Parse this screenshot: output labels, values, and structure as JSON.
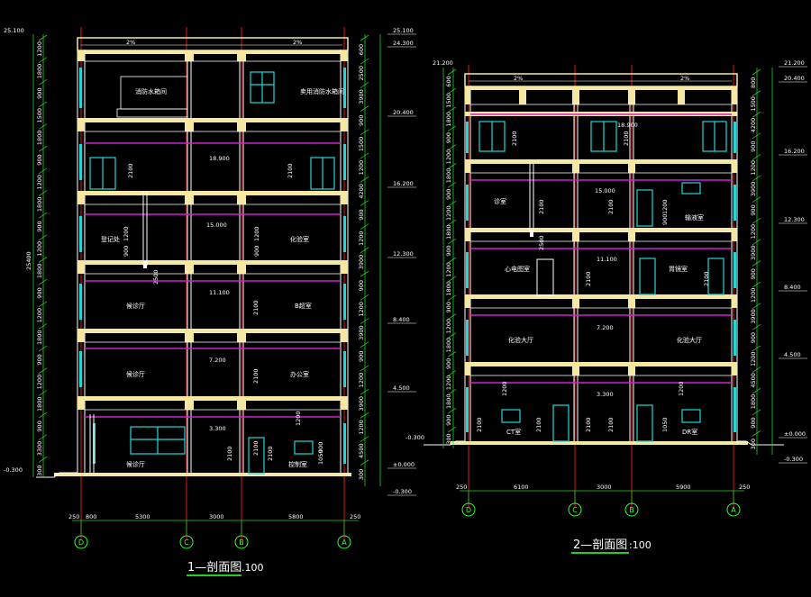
{
  "colors": {
    "background": "#000000",
    "floor_slab": "#f6e8a0",
    "beam_line": "#ffe070",
    "gridline": "#d81818",
    "purple_line": "#d020d0",
    "window": "#20d8d8",
    "dim_green": "#20d020",
    "wall_white": "#ffffff"
  },
  "section1": {
    "title": "1—剖面图",
    "scale": ".100",
    "axes": [
      "D",
      "C",
      "B",
      "A"
    ],
    "bottom_dims": [
      "250",
      "800",
      "5300",
      "3000",
      "5800",
      "250"
    ],
    "left_total": "25400",
    "left_top_level": "25.100",
    "left_bottom_level": "-0.300",
    "left_dims": [
      "1200",
      "1800",
      "900",
      "1500",
      "1800",
      "900",
      "1200",
      "1800",
      "900",
      "1200",
      "1800",
      "900",
      "1200",
      "1800",
      "900",
      "1200",
      "1800",
      "900",
      "3300",
      "300"
    ],
    "right_dims": [
      "600",
      "2500",
      "3900",
      "900",
      "1500",
      "1200",
      "4200",
      "900",
      "1200",
      "3900",
      "900",
      "1200",
      "3900",
      "900",
      "1200",
      "3900",
      "1200",
      "4500",
      "300"
    ],
    "right_levels": [
      "25.100",
      "24.300",
      "20.400",
      "16.200",
      "12.300",
      "8.400",
      "4.500",
      "±0.000",
      "-0.300"
    ],
    "slope_left": "2%",
    "slope_right": "2%",
    "rooms": [
      "消防水箱间",
      "卖用消防水箱间",
      "登记处",
      "化验室",
      "候诊厅",
      "B超室",
      "候诊厅",
      "办公室",
      "候诊厅",
      "控制室"
    ],
    "level_marks": [
      "18.900",
      "15.000",
      "11.100",
      "7.200",
      "3.300"
    ],
    "small_dims": [
      "2100",
      "2100",
      "1200",
      "900",
      "1200",
      "900",
      "2500",
      "2100",
      "2100",
      "2100",
      "2100",
      "1200",
      "2100",
      "1050",
      "900"
    ]
  },
  "section2": {
    "title": "2—剖面图",
    "scale": ":100",
    "axes": [
      "D",
      "C",
      "B",
      "A"
    ],
    "bottom_dims": [
      "250",
      "6100",
      "3000",
      "5900",
      "250"
    ],
    "left_top_level": "21.200",
    "left_bottom_level": "-0.300",
    "left_dims": [
      "600",
      "1500",
      "1800",
      "900",
      "1200",
      "1800",
      "900",
      "1200",
      "1800",
      "900",
      "1200",
      "1800",
      "900",
      "1200",
      "1800",
      "900",
      "1200",
      "1800",
      "900",
      "300"
    ],
    "right_dims": [
      "800",
      "1500",
      "4200",
      "900",
      "1200",
      "3900",
      "900",
      "1200",
      "3900",
      "900",
      "1200",
      "3900",
      "900",
      "1200",
      "4500",
      "1800",
      "900",
      "300"
    ],
    "right_levels": [
      "21.200",
      "20.400",
      "16.200",
      "12.300",
      "8.400",
      "4.500",
      "±0.000",
      "-0.300"
    ],
    "slope_left": "2%",
    "slope_right": "2%",
    "rooms": [
      "诊室",
      "输液室",
      "心电图室",
      "胃镜室",
      "化验大厅",
      "化验大厅",
      "CT室",
      "DR室"
    ],
    "level_marks": [
      "18.900",
      "15.000",
      "11.100",
      "7.200",
      "3.300"
    ],
    "small_dims": [
      "2100",
      "2100",
      "2100",
      "1200",
      "900",
      "2100",
      "2100",
      "2500",
      "2100",
      "2100",
      "1200",
      "1200",
      "2100",
      "2100",
      "2100",
      "1050"
    ]
  }
}
